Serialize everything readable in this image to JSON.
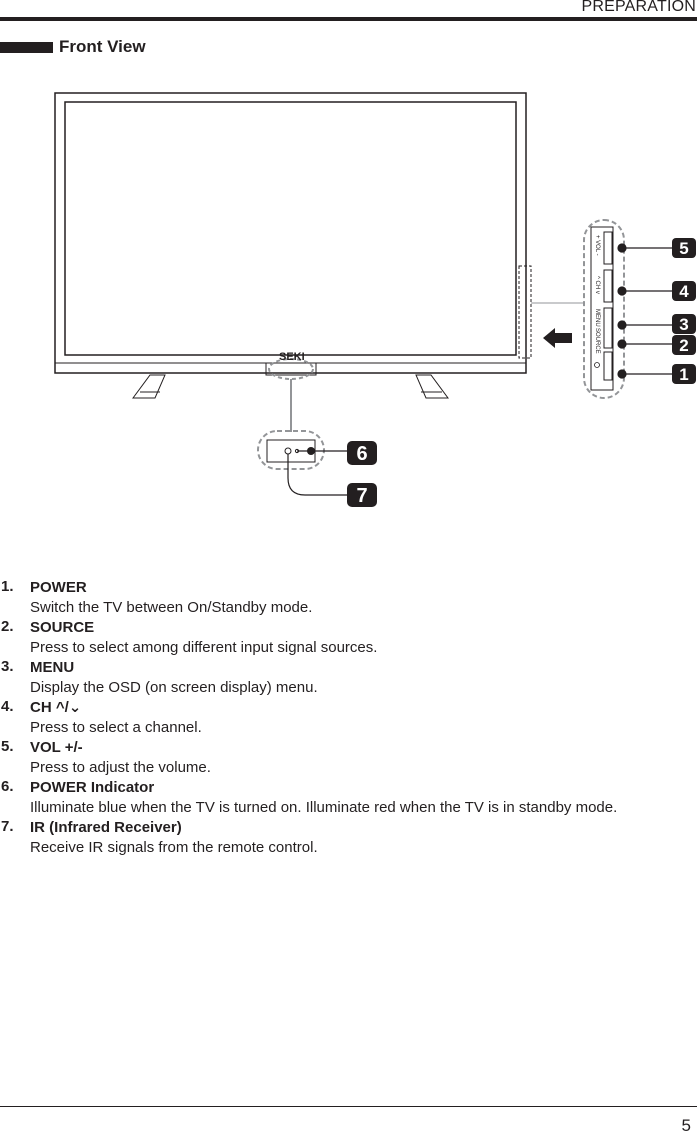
{
  "header": {
    "section": "PREPARATION"
  },
  "section_title": "Front View",
  "diagram": {
    "brand": "SEKI",
    "button_labels": {
      "vol": "+ VOL -",
      "ch": "^ CH v",
      "menu": "MENU",
      "source": "SOURCE"
    },
    "callouts": [
      "5",
      "4",
      "3",
      "2",
      "1",
      "6",
      "7"
    ]
  },
  "items": [
    {
      "num": "1.",
      "name": "POWER",
      "desc": "Switch the TV between On/Standby mode."
    },
    {
      "num": "2.",
      "name": "SOURCE",
      "desc": "Press to select among different input signal sources."
    },
    {
      "num": "3.",
      "name": "MENU",
      "desc": "Display the OSD (on screen display) menu."
    },
    {
      "num": "4.",
      "name": "CH  ^/⌄",
      "desc": "Press to select a channel."
    },
    {
      "num": "5.",
      "name": "VOL +/-",
      "desc": "Press to adjust the volume."
    },
    {
      "num": "6.",
      "name": "POWER Indicator",
      "desc": "Illuminate blue when the TV is turned on. Illuminate red when the TV is in standby mode."
    },
    {
      "num": "7.",
      "name": "IR (Infrared Receiver)",
      "desc": "Receive IR signals from the remote control."
    }
  ],
  "footer": {
    "page_number": "5"
  }
}
